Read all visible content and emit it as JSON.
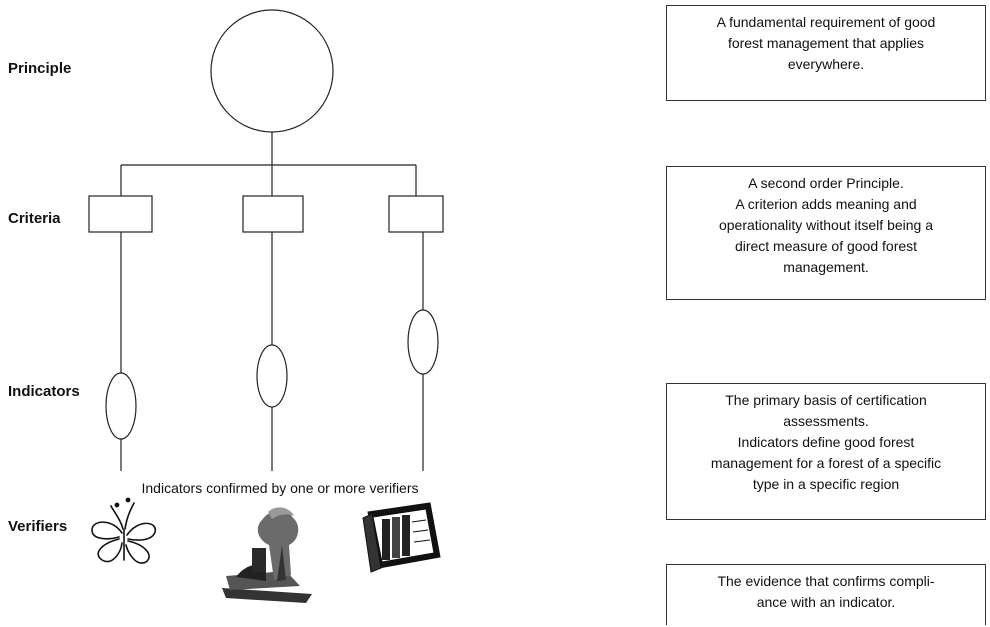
{
  "levels": {
    "principle": "Principle",
    "criteria": "Criteria",
    "indicators": "Indicators",
    "verifiers": "Verifiers"
  },
  "caption": "Indicators confirmed by one or more verifiers",
  "definitions": {
    "principle": [
      "A fundamental requirement of good",
      "forest management that applies",
      "everywhere."
    ],
    "criteria": [
      "A second order Principle.",
      "A criterion adds meaning and",
      "operationality without itself being a",
      "direct measure of good forest",
      "management."
    ],
    "indicators": [
      "The primary basis of certification",
      "assessments.",
      "Indicators define good forest",
      "management for a forest of a specific",
      "type in a specific region"
    ],
    "verifiers": [
      "The evidence that confirms compli-",
      "ance with an indicator."
    ]
  },
  "verifier_icons": [
    "butterfly-icon",
    "field-equipment-icon",
    "document-binders-icon"
  ]
}
